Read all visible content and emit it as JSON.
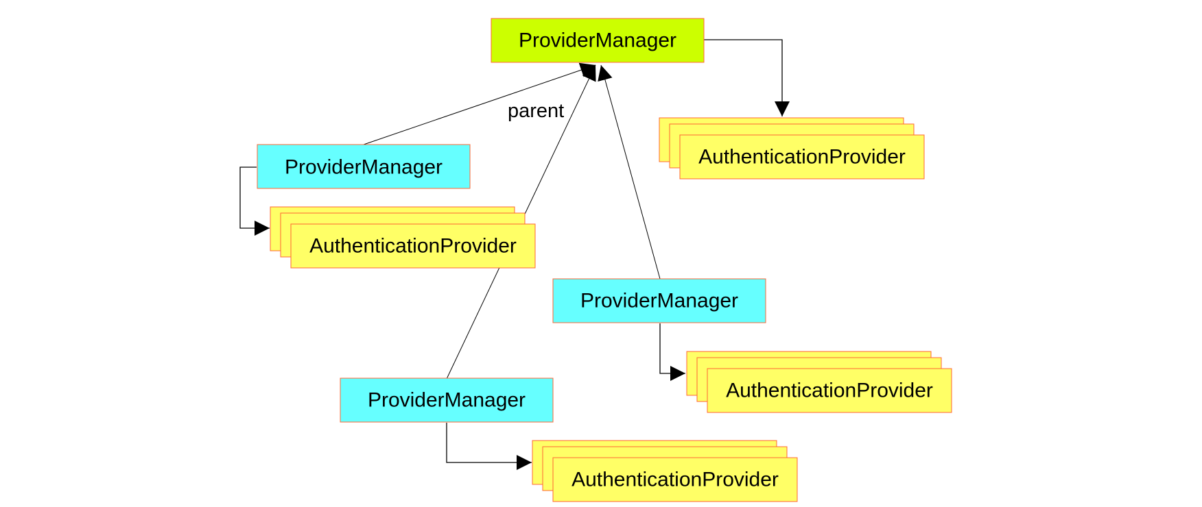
{
  "diagram": {
    "root": {
      "label": "ProviderManager",
      "fill": "#ccff00"
    },
    "children": [
      {
        "label": "ProviderManager",
        "fill": "#66ffff"
      },
      {
        "label": "ProviderManager",
        "fill": "#66ffff"
      },
      {
        "label": "ProviderManager",
        "fill": "#66ffff"
      }
    ],
    "provider_groups": [
      {
        "label": "AuthenticationProvider"
      },
      {
        "label": "AuthenticationProvider"
      },
      {
        "label": "AuthenticationProvider"
      },
      {
        "label": "AuthenticationProvider"
      }
    ],
    "provider_fill": "#ffff66",
    "box_border": "#ff6633",
    "edge_label": "parent"
  }
}
